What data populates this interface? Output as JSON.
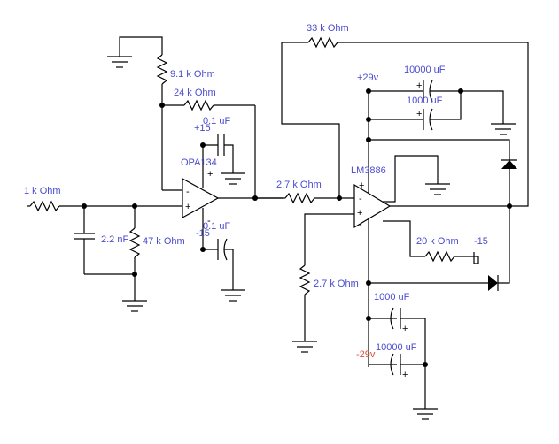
{
  "labels": {
    "r_in": "1 k Ohm",
    "c_in": "2.2 nF",
    "r_bias": "47 k Ohm",
    "r_91": "9.1 k Ohm",
    "r_24": "24 k Ohm",
    "c_top": "0.1 uF",
    "v_pos15": "+15",
    "opa": "OPA134",
    "c_bot": "0.1 uF",
    "v_neg15": "-15",
    "r_27_series": "2.7 k Ohm",
    "r_27_gnd": "2.7 k Ohm",
    "r_33": "33 k Ohm",
    "v_pos29": "+29v",
    "c_10000_a": "10000 uF",
    "c_1000_a": "1000 uF",
    "lm": "LM3886",
    "r_20": "20 k Ohm",
    "v_neg15_b": "-15",
    "c_1000_b": "1000 uF",
    "c_10000_b": "10000 uF",
    "v_neg29": "-29v"
  },
  "pins": {
    "plus": "+",
    "minus": "-"
  },
  "colors": {
    "wire": "#000000",
    "label": "#4b4bcf",
    "neg_supply": "#d9533b"
  }
}
